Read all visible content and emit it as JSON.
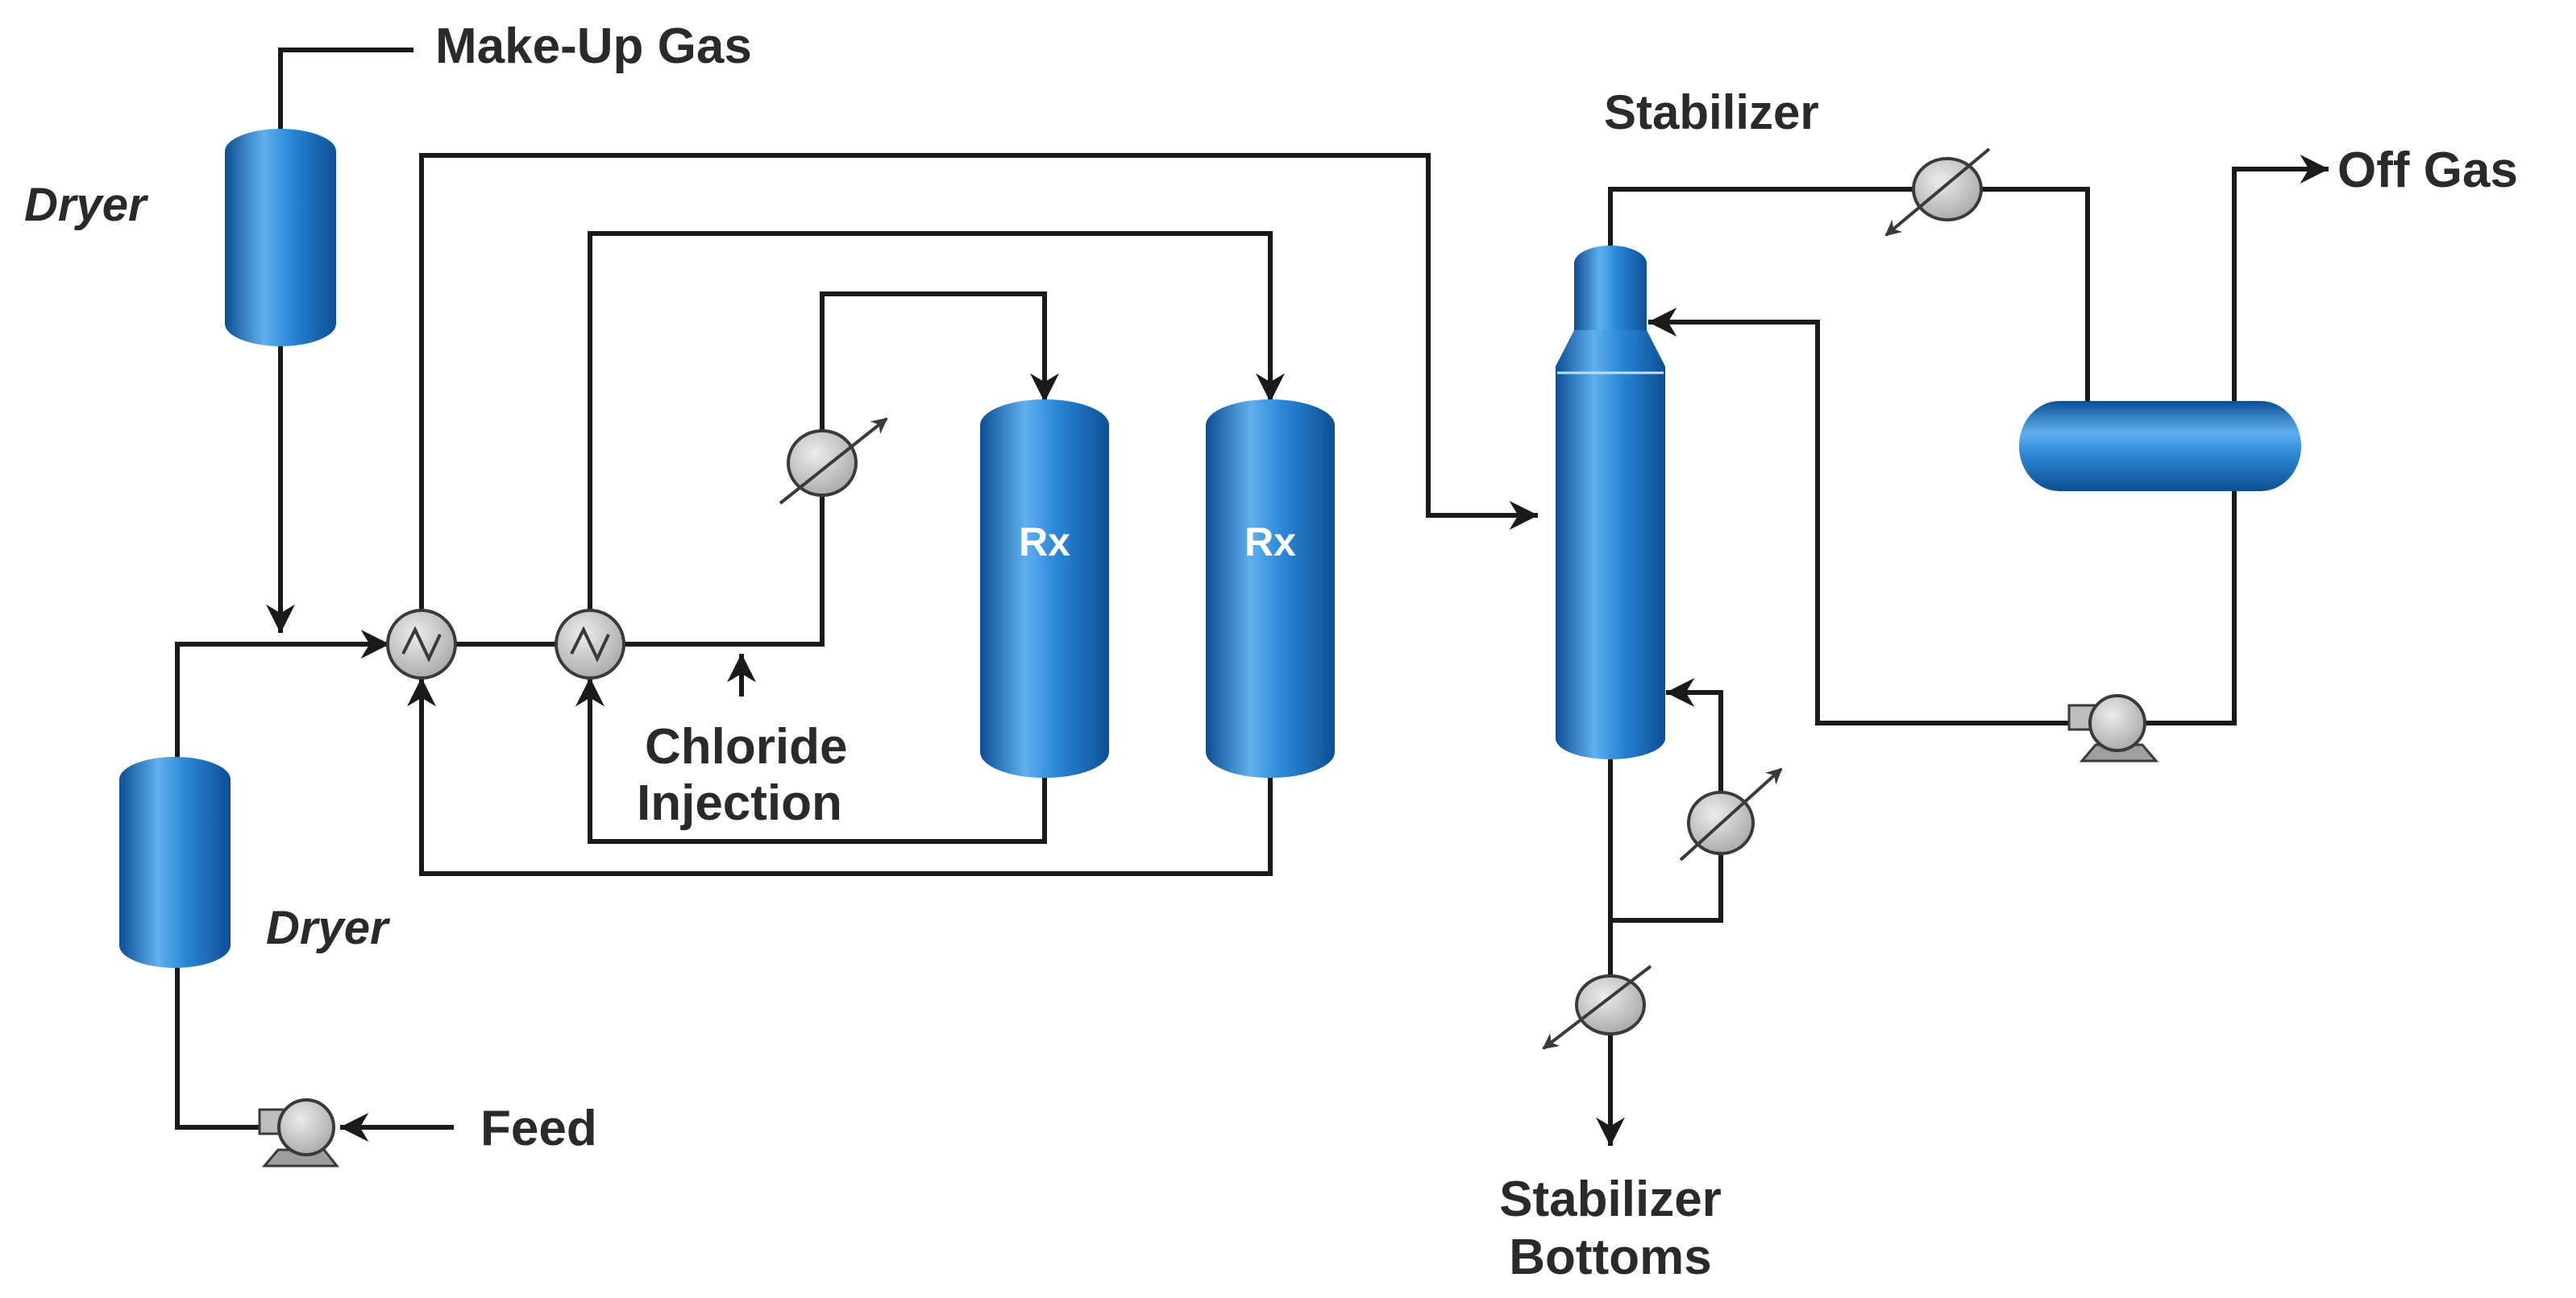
{
  "labels": {
    "make_up_gas": "Make-Up Gas",
    "dryer_top": "Dryer",
    "dryer_bottom": "Dryer",
    "feed": "Feed",
    "chloride_line1": "Chloride",
    "chloride_line2": "Injection",
    "reactor1": "Rx",
    "reactor2": "Rx",
    "stabilizer": "Stabilizer",
    "off_gas": "Off Gas",
    "stabilizer_bottoms_line1": "Stabilizer",
    "stabilizer_bottoms_line2": "Bottoms"
  },
  "colors": {
    "vessel": "#1e78c8",
    "vessel_highlight": "#5fb0ee",
    "vessel_shadow": "#0d4f94",
    "exchanger": "#c8c8c8",
    "pipe": "#1a1a1a",
    "label": "#2a2a2a"
  },
  "icons": [
    "pump-icon",
    "heat-exchanger-icon",
    "cooler-icon",
    "arrow-icon"
  ]
}
